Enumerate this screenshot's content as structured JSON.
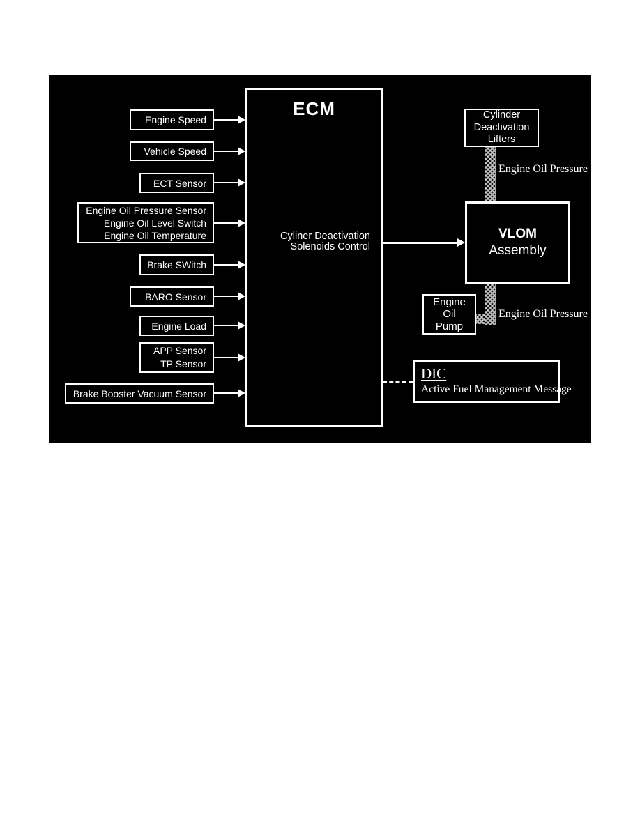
{
  "diagram": {
    "colors": {
      "page_background": "#ffffff",
      "diagram_background": "#000000",
      "line_color": "#ffffff",
      "hatch_base": "#c6c6c6",
      "hatch_dot": "#141414"
    },
    "ecm": {
      "title": "ECM",
      "note_line1": "Cyliner Deactivation",
      "note_line2": "Solenoids Control"
    },
    "inputs": [
      {
        "lines": [
          "Engine Speed"
        ]
      },
      {
        "lines": [
          "Vehicle Speed"
        ]
      },
      {
        "lines": [
          "ECT Sensor"
        ]
      },
      {
        "lines": [
          "Engine Oil Pressure Sensor",
          "Engine Oil Level Switch",
          "Engine Oil Temperature"
        ]
      },
      {
        "lines": [
          "Brake SWitch"
        ]
      },
      {
        "lines": [
          "BARO Sensor"
        ]
      },
      {
        "lines": [
          "Engine Load"
        ]
      },
      {
        "lines": [
          "APP Sensor",
          "TP Sensor"
        ]
      },
      {
        "lines": [
          "Brake Booster Vacuum Sensor"
        ]
      }
    ],
    "lifters": {
      "line1": "Cylinder",
      "line2": "Deactivation",
      "line3": "Lifters"
    },
    "vlom": {
      "line1": "VLOM",
      "line2": "Assembly"
    },
    "pump": {
      "line1": "Engine",
      "line2": "Oil",
      "line3": "Pump"
    },
    "dic": {
      "title": "DIC",
      "message": "Active Fuel Management Message"
    },
    "flow_labels": {
      "oil_pressure_top": "Engine Oil Pressure",
      "oil_pressure_bottom": "Engine Oil Pressure"
    }
  }
}
